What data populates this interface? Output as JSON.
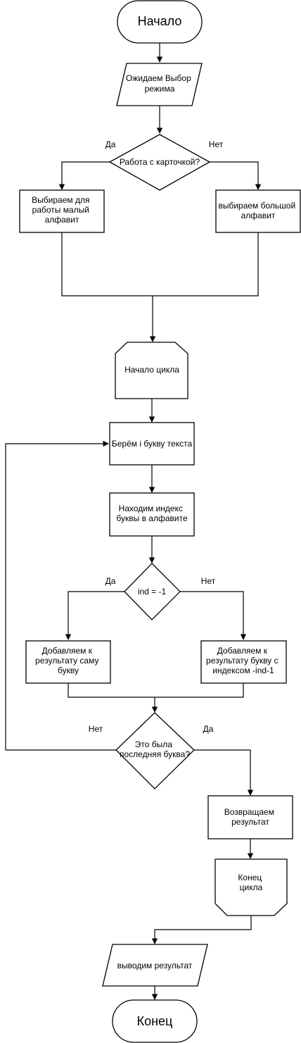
{
  "nodes": {
    "start": "Начало",
    "wait_mode": [
      "Ожидаем Выбор",
      "режима"
    ],
    "card_question": "Работа с карточкой?",
    "small_alpha": [
      "Выбираем для",
      "работы малый",
      "алфавит"
    ],
    "big_alpha": [
      "выбираем большой",
      "алфавит"
    ],
    "loop_start": "Начало цикла",
    "take_letter": "Берём i букву текста",
    "find_index": [
      "Находим индекс",
      "буквы в алфавите"
    ],
    "ind_question": "ind = -1",
    "add_letter": [
      "Добавляем к",
      "результату саму",
      "букву"
    ],
    "add_indexed": [
      "Добавляем к",
      "результату букву с",
      "индексом -ind-1"
    ],
    "last_question": [
      "Это была",
      "последняя буква?"
    ],
    "return_result": [
      "Возвращаем",
      "результат"
    ],
    "loop_end": [
      "Конец",
      "цикла"
    ],
    "output_result": "выводим результат",
    "end": "Конец"
  },
  "edge_labels": {
    "card_yes": "Да",
    "card_no": "Нет",
    "ind_yes": "Да",
    "ind_no": "Нет",
    "last_no": "Нет",
    "last_yes": "Да"
  }
}
